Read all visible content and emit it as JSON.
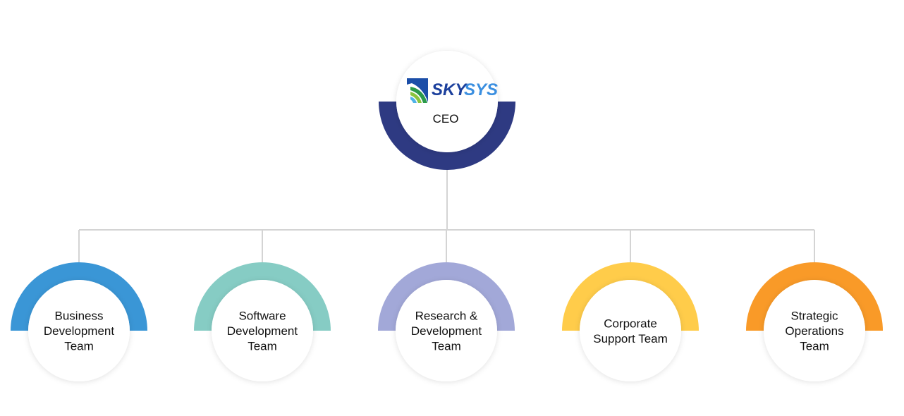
{
  "ceo": {
    "logo_text_primary": "SKY",
    "logo_text_secondary": "SYS",
    "title": "CEO",
    "ring_color": "#2e3a82"
  },
  "teams": [
    {
      "lines": [
        "Business",
        "Development",
        "Team"
      ],
      "color": "#3a96d6"
    },
    {
      "lines": [
        "Software",
        "Development",
        "Team"
      ],
      "color": "#86ccc4"
    },
    {
      "lines": [
        "Research &",
        "Development",
        "Team"
      ],
      "color": "#a2a8d8"
    },
    {
      "lines": [
        "Corporate",
        "Support Team"
      ],
      "color": "#ffcc4a"
    },
    {
      "lines": [
        "Strategic",
        "Operations",
        "Team"
      ],
      "color": "#f99a28"
    }
  ],
  "connector_color": "#d4d4d4"
}
